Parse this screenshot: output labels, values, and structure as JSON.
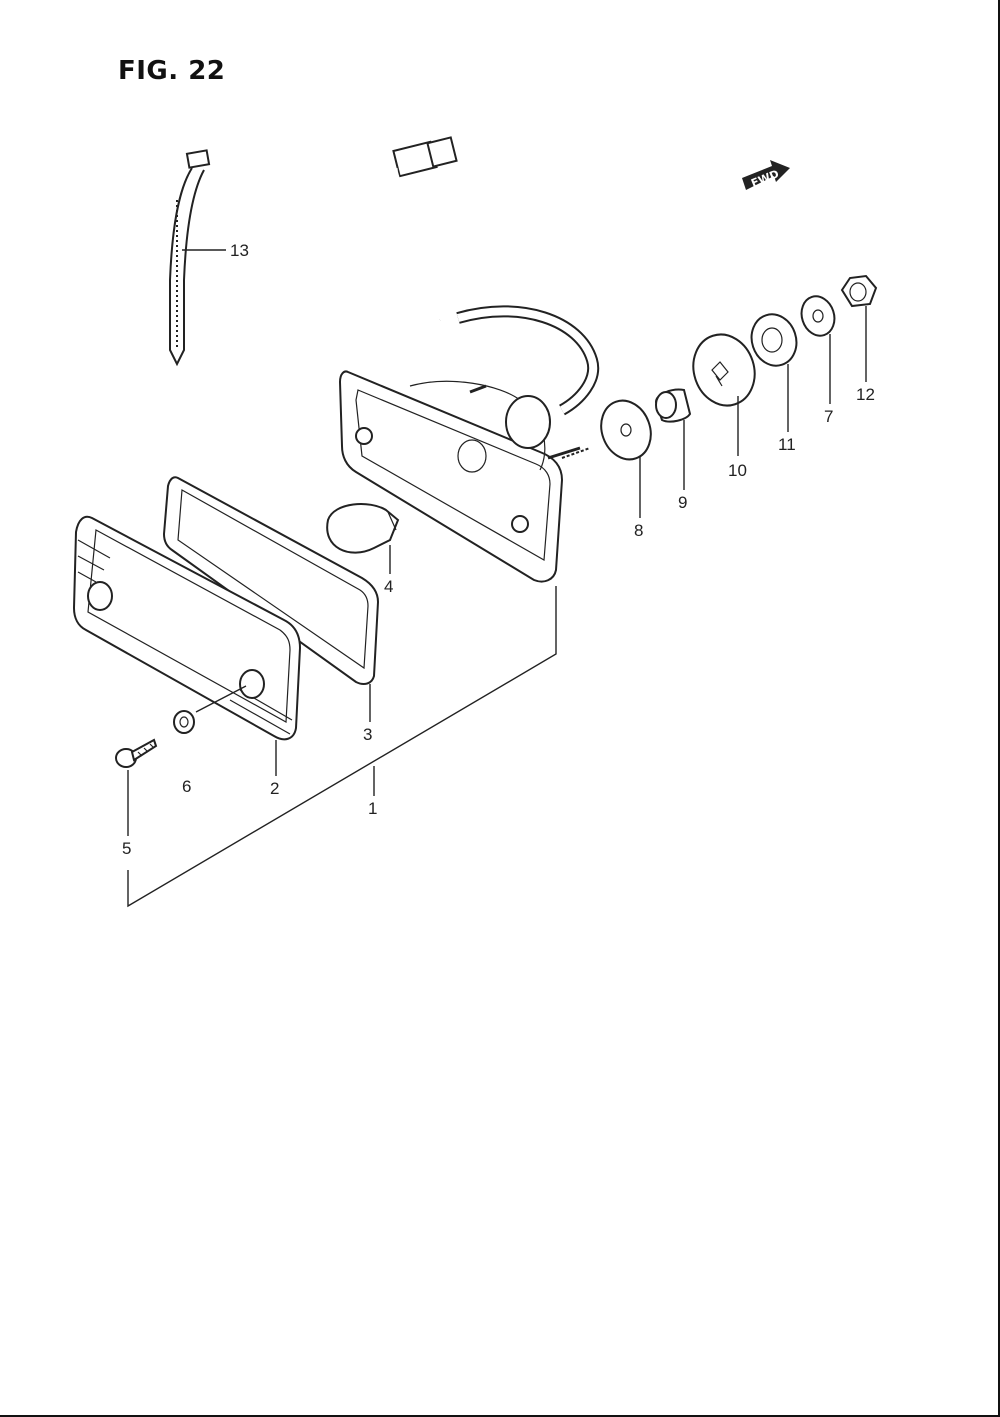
{
  "figure": {
    "title": "FIG. 22",
    "fwd_badge": "FWD"
  },
  "callouts": [
    {
      "id": "c1",
      "label": "1"
    },
    {
      "id": "c2",
      "label": "2"
    },
    {
      "id": "c3",
      "label": "3"
    },
    {
      "id": "c4",
      "label": "4"
    },
    {
      "id": "c5",
      "label": "5"
    },
    {
      "id": "c6",
      "label": "6"
    },
    {
      "id": "c7",
      "label": "7"
    },
    {
      "id": "c8",
      "label": "8"
    },
    {
      "id": "c9",
      "label": "9"
    },
    {
      "id": "c10",
      "label": "10"
    },
    {
      "id": "c11",
      "label": "11"
    },
    {
      "id": "c12",
      "label": "12"
    },
    {
      "id": "c13",
      "label": "13"
    }
  ]
}
